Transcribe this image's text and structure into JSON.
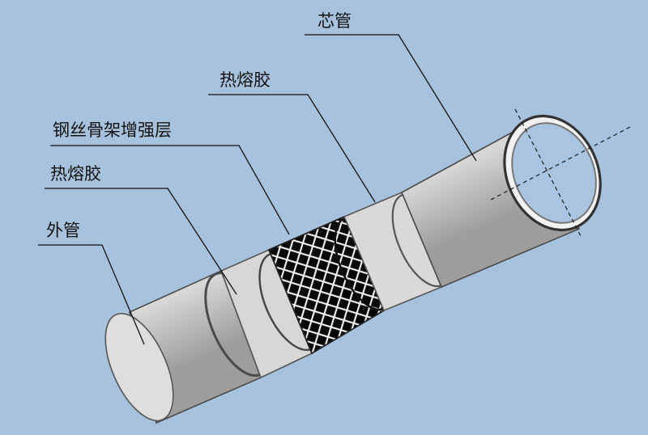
{
  "labels": {
    "core_pipe": "芯管",
    "hot_melt_adhesive_inner": "热熔胶",
    "steel_wire_layer": "钢丝骨架增强层",
    "hot_melt_adhesive_outer": "热熔胶",
    "outer_pipe": "外管"
  },
  "colors": {
    "background": "#a7c2dc",
    "pipe_fill": "#d8d8d8",
    "pipe_stroke": "#4a4a4a",
    "mesh_background": "#0b0b0b",
    "leader_line": "#111111"
  }
}
